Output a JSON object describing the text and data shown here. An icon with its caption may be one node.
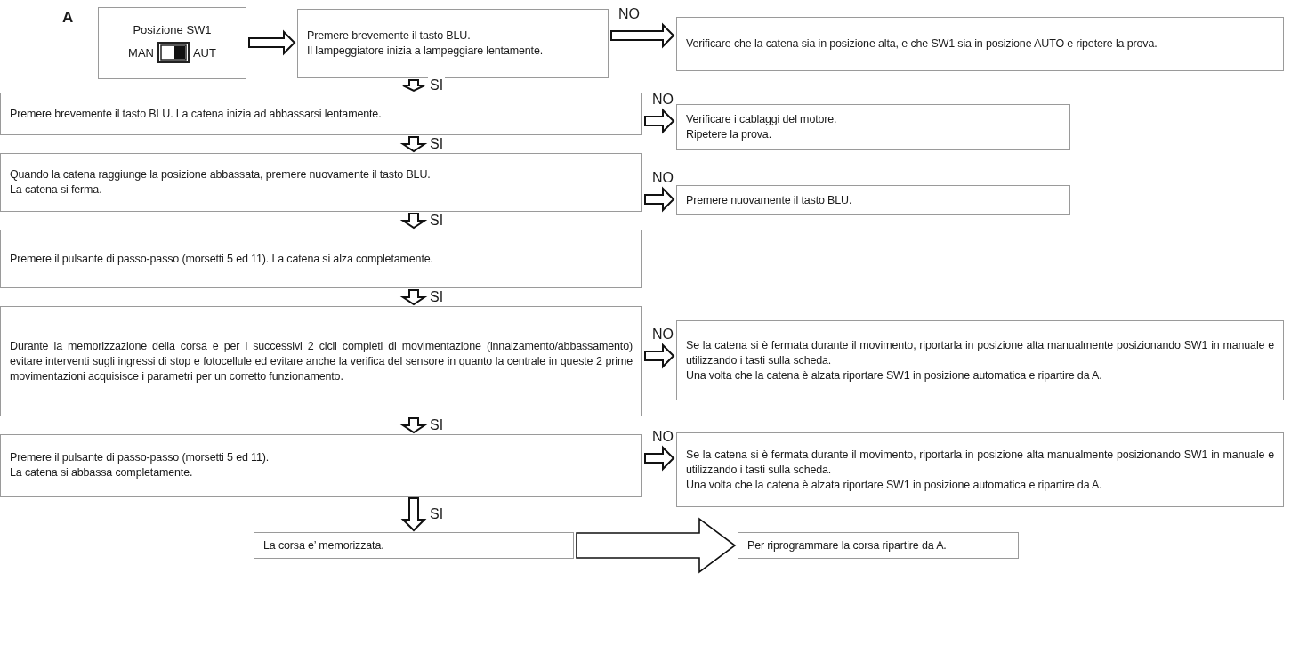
{
  "diagram": {
    "nodes": [
      {
        "text": [
          "Posizione SW1",
          "MAN",
          "AUT"
        ]
      },
      {
        "text": [
          "Premere brevemente il tasto BLU.",
          "Il lampeggiatore inizia a lampeggiare lentamente."
        ]
      },
      {
        "text": [
          "Verificare che la catena sia in posizione alta, e che SW1 sia in posizione AUTO e ripetere la prova."
        ]
      },
      {
        "text": [
          "Premere brevemente il tasto BLU. La catena inizia ad abbassarsi lentamente."
        ]
      },
      {
        "text": [
          "Verificare i cablaggi del motore.",
          "Ripetere la prova."
        ]
      },
      {
        "text": [
          "Quando la catena raggiunge la posizione abbassata, premere nuovamente il tasto BLU.",
          "La catena si ferma."
        ]
      },
      {
        "text": [
          "Premere nuovamente il tasto BLU."
        ]
      },
      {
        "text": [
          "Premere il pulsante di passo-passo (morsetti 5 ed 11).  La catena si alza completamente."
        ]
      },
      {
        "text": [
          "Durante la memorizzazione della corsa e per i successivi 2 cicli completi di movimentazione (innalzamento/abbassamento) evitare interventi sugli ingressi di stop e fotocellule ed evitare anche la verifica del sensore in quanto la centrale in queste 2 prime movimentazioni acquisisce i parametri per un corretto funzionamento."
        ]
      },
      {
        "text": [
          "Se la catena si è fermata durante il movimento, riportarla in posizione alta manualmente posizionando SW1 in manuale e utilizzando i tasti sulla scheda.",
          "Una volta che la catena è alzata riportare SW1 in posizione automatica e ripartire da A."
        ]
      },
      {
        "text": [
          "Premere il pulsante di passo-passo (morsetti 5 ed 11).",
          "La catena si abbassa completamente."
        ]
      },
      {
        "text": [
          "Se la catena si è fermata durante il movimento, riportarla in posizione alta manualmente posizionando SW1 in manuale e utilizzando i tasti sulla scheda.",
          "Una volta che la catena è alzata riportare SW1 in posizione automatica e ripartire da A."
        ]
      },
      {
        "text": [
          "La corsa e’ memorizzata."
        ]
      },
      {
        "text": [
          "Per riprogrammare la corsa ripartire da A."
        ]
      }
    ],
    "edges": [
      {
        "from": 0,
        "to": 1,
        "arrow": "to"
      },
      {
        "from": 1,
        "to": 2,
        "arrow": "to",
        "label": "NO"
      },
      {
        "from": 1,
        "to": 3,
        "arrow": "to",
        "label": "SI"
      },
      {
        "from": 3,
        "to": 4,
        "arrow": "to",
        "label": "NO"
      },
      {
        "from": 3,
        "to": 5,
        "arrow": "to",
        "label": "SI"
      },
      {
        "from": 5,
        "to": 6,
        "arrow": "to",
        "label": "NO"
      },
      {
        "from": 5,
        "to": 7,
        "arrow": "to",
        "label": "SI"
      },
      {
        "from": 7,
        "to": 8,
        "arrow": "to",
        "label": "SI"
      },
      {
        "from": 8,
        "to": 9,
        "arrow": "to",
        "label": "NO"
      },
      {
        "from": 8,
        "to": 10,
        "arrow": "to",
        "label": "SI"
      },
      {
        "from": 10,
        "to": 11,
        "arrow": "to",
        "label": "NO"
      },
      {
        "from": 10,
        "to": 12,
        "arrow": "to",
        "label": "SI"
      },
      {
        "from": 12,
        "to": 13,
        "arrow": "to",
        "style": "thick"
      }
    ],
    "labels": [
      "A"
    ]
  }
}
